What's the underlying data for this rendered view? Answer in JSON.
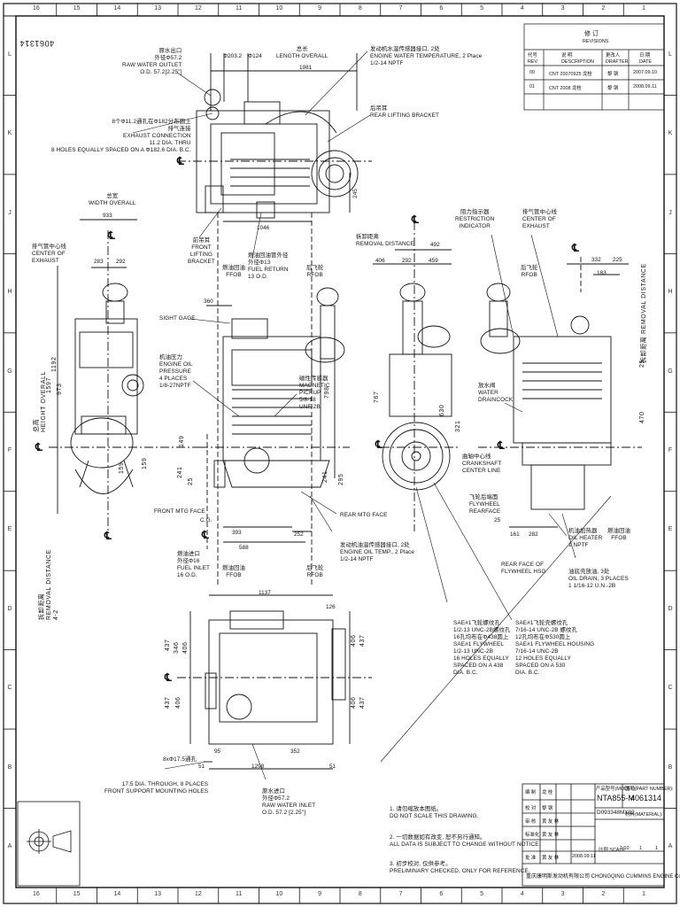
{
  "drawing_number_rotated": "4061314",
  "zones_h": [
    "16",
    "15",
    "14",
    "13",
    "12",
    "11",
    "10",
    "9",
    "8",
    "7",
    "6",
    "5",
    "4",
    "3",
    "2",
    "1"
  ],
  "zones_v": [
    "L",
    "K",
    "J",
    "H",
    "G",
    "F",
    "E",
    "D",
    "C",
    "B",
    "A"
  ],
  "revision_table": {
    "title": "修 订",
    "subtitle": "REVISIONS",
    "headers": [
      "代号\nREV",
      "说 明\nDESCRIPTION",
      "更改人\nDRAFTER",
      "日 期\nDATE"
    ],
    "rows": [
      [
        "00",
        "CNT 20070925  龙桂",
        "黎 钢",
        "2007.09.10"
      ],
      [
        "01",
        "CNT 2008  龙桂",
        "黎 钢",
        "2008.09.11"
      ]
    ]
  },
  "labels": {
    "raw_water_outlet": "原水出口\n外径Φ57.2\nRAW WATER OUTLET\nO.D. 57.2[2.25\"]",
    "exhaust_connection": "8个Φ11.2通孔在Φ182分布圆上\n排气连接\nEXHAUST CONNECTION\n11.2 DIA. THRU\n8 HOLES EQUALLY SPACED ON A Φ182.6 DIA. B.C.",
    "length_overall": "总长\nLENGTH OVERALL",
    "length_value": "1981",
    "d_203": "Φ203.2",
    "d_124": "Φ124",
    "engine_water_temp": "发动机水温传感器接口, 2处\nENGINE WATER TEMPERATURE, 2 Place\n1/2-14 NPTF",
    "rear_lifting_bracket": "后吊耳\nREAR LIFTING BRACKET",
    "dim_245": "245",
    "dim_1046": "1046",
    "front_lifting_bracket": "前吊耳\nFRONT\nLIFTING\nBRACKET",
    "ffob_1": "燃油回油\nFFOB",
    "fuel_return": "燃油回油管外径\n外径Φ13\nFUEL RETURN\n13 O.D.",
    "rfob_1": "后飞轮\nRFOB",
    "width_overall": "总宽\nWIDTH OVERALL",
    "width_value": "933",
    "center_exhaust_left": "排气管中心线\nCENTER OF\nEXHAUST",
    "dim_283": "283",
    "dim_292_a": "292",
    "sight_gage": "SIGHT GAGE",
    "dim_360": "360",
    "engine_oil_pressure": "机油压力\nENGINE OIL\nPRESSURE\n4 PLACES\n1/8-27NPTF",
    "height_overall": "总高\nHEIGHT OVERALL",
    "height_value": "1597",
    "dim_1192": "1192",
    "dim_973": "973",
    "dim_149": "149",
    "dim_241": "241",
    "dim_25": "25",
    "dim_159": "159",
    "front_mtg_face": "FRONT MTG FACE",
    "cg": "C.G.",
    "dim_393": "393",
    "dim_588": "588",
    "dim_252": "252",
    "fuel_inlet": "燃油进口\n外径Φ16\nFUEL INLET\n16 O.D.",
    "ffob_2": "燃油回油\nFFOB",
    "rfob_2": "后飞轮\nRFOB",
    "magnetic_pickup": "磁性传感器\nMAGNETIC\nPICKUP\n5/8-18\nUNF-2B",
    "dim_798": "798",
    "dim_241b": "241",
    "dim_295": "295",
    "rear_mtg_face": "REAR MTG FACE",
    "engine_oil_temp": "发动机油温传感器接口, 2处\nENGINE OIL TEMP., 2 Place\n1/2-14 NPTF",
    "removal_distance_left": "拆卸距离\nREMOVAL DISTANCE\n4-2",
    "removal_distance_left_value": "159",
    "removal_distance_top": "拆卸距离\nREMOVAL DISTANCE",
    "dim_406": "406",
    "dim_292_b": "292",
    "dim_459": "459",
    "dim_492": "492",
    "restriction_indicator": "阻力指示器\nRESTRICTION\nINDICATOR",
    "dim_767": "767",
    "dim_630": "630",
    "dim_321": "321",
    "crankshaft_centerline": "曲轴中心线\nCRANKSHAFT\nCENTER LINE",
    "flywheel_rearface": "飞轮后端面\nFLYWHEEL\nREARFACE",
    "dim_25b": "25",
    "center_exhaust_right": "排气管中心线\nCENTER OF\nEXHAUST",
    "dim_332": "332",
    "dim_225": "225",
    "dim_183": "183",
    "rfob_3": "后飞轮\nRFOB",
    "water_draincock": "放水阀\nWATER\nDRAINCOCK",
    "removal_distance_right": "拆卸距离 REMOVAL DISTANCE",
    "dim_470": "470",
    "dim_25c": "25",
    "dim_161": "161",
    "dim_282": "282",
    "oil_heater": "机油加热器\nOIL HEATER\n1 NPTF",
    "ffob_3": "燃油回油\nFFOB",
    "rear_face_flywheel_hsg": "REAR FACE OF\nFLYWHEEL HSG",
    "oil_drain": "油底壳放油, 3处\nOIL DRAIN, 3 PLACES\n1 1/16-12 U.N.-2B",
    "dim_1137": "1137",
    "dim_126": "126",
    "dim_437_a": "437",
    "dim_346": "346",
    "dim_406_a": "406",
    "dim_437_b": "437",
    "dim_406_b": "406",
    "dim_406_c": "406",
    "dim_437_c": "437",
    "dim_406_d": "406",
    "dim_437_d": "437",
    "holes_175": "8xΦ17.5通孔",
    "dim_95": "95",
    "dim_51_a": "51",
    "dim_1298": "1298",
    "dim_352": "352",
    "dim_51_b": "51",
    "front_support": "17.5 DIA. THROUGH, 8 PLACES\nFRONT SUPPORT MOUNTING HOLES",
    "raw_water_inlet": "原水进口\n外径Φ57.2\nRAW WATER INLET\nO.D. 57.2 [2.25\"]",
    "sae1_438": "SAE#1飞轮螺纹孔\n1/2-13 UNC-2B螺纹孔\n16孔均布在Φ438圆上\nSAE#1 FLYWHEEL\n1/2-13 UNC-2B\n16 HOLES EQUALLY\nSPACED ON A 438\nDIA. B.C.",
    "sae1_530": "SAE#1飞轮壳螺纹孔\n7/16-14 UNC-2B 螺纹孔\n12孔均布在Φ530圆上\nSAE#1 FLYWHEEL HOUSING\n7/16-14 UNC-2B\n12 HOLES EQUALLY\nSPACED ON A 530\nDIA. B.C."
  },
  "notes": {
    "n1": "1. 请勿缩放本图纸。\nDO NOT SCALE THIS DRAWING.",
    "n2": "2. 一切数据如有改变, 恕不另行通知。\nALL DATA IS SUBJECT TO CHANGE WITHOUT NOTICE.",
    "n3": "3. 初步校对, 仅供参考。\nPRELIMINARY CHECKED, ONLY FOR REFERENCE."
  },
  "title_block": {
    "model_label": "产品型号(MODEL):",
    "model": "NTA855-M",
    "part_no_label": "图号(PART NUMBER):",
    "part_no": "4061314",
    "sub_no": "D093348MX02",
    "material_label": "材料(MATERIAL):",
    "date": "2008.09.11",
    "scale_label": "比例 SCALE",
    "scale": "1/10",
    "sheet": "1",
    "sheets": "1",
    "company": "重庆康明斯发动机有限公司  CHONGQING CUMMINS ENGINE Co.,Ltd.",
    "roles": [
      "编 制",
      "校 对",
      "审 核",
      "标准化",
      "批 准"
    ],
    "names": [
      "龙 桂",
      "黎 钢",
      "黄 友 林",
      "黄 友 林",
      "黄 友 林"
    ]
  },
  "colors": {
    "line": "#111111",
    "paper": "#ffffff"
  }
}
